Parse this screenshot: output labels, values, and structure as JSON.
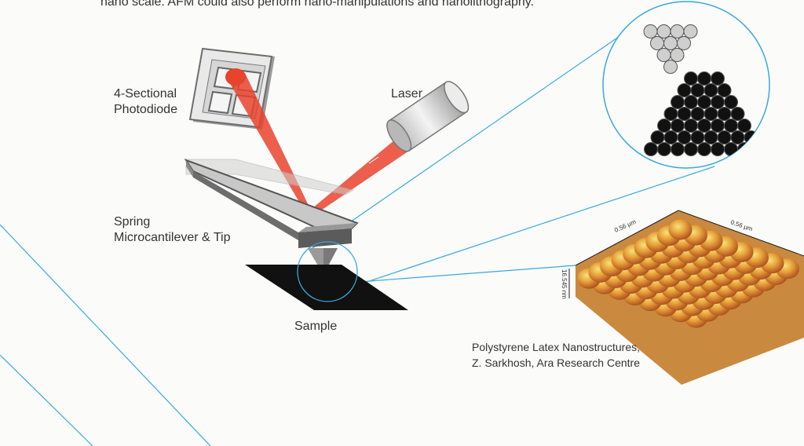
{
  "intro_text": "nano scale. AFM could also perform nano-manipulations and nanolithography.",
  "labels": {
    "photodiode": [
      "4-Sectional",
      "Photodiode"
    ],
    "laser": "Laser",
    "cantilever": [
      "Spring",
      "Microcantilever & Tip"
    ],
    "sample": "Sample"
  },
  "caption": [
    "Polystyrene Latex Nanostructures,",
    "Z. Sarkhosh, Ara Research Centre"
  ],
  "surface_axes": {
    "x_top": "0.56 µm",
    "x_right": "0.56 µm",
    "z": "16.545 nm"
  },
  "colors": {
    "accent_line": "#39a9dc",
    "laser": "#e8432d",
    "sample": "#111111",
    "atom_light": "#cfcfcf",
    "atom_dark": "#111111"
  }
}
